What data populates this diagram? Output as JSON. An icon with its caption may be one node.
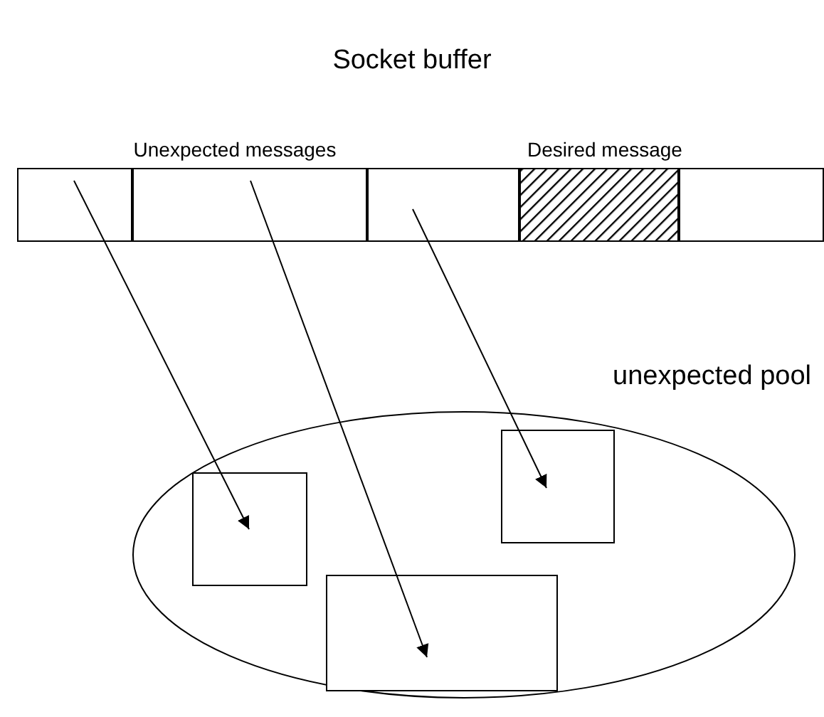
{
  "diagram": {
    "title": "Socket buffer",
    "nodes": [
      {
        "text": [],
        "shape": "box"
      },
      {
        "text": [],
        "shape": "box"
      },
      {
        "text": [],
        "shape": "box"
      },
      {
        "text": [],
        "shape": "box"
      },
      {
        "text": [],
        "shape": "box"
      },
      {
        "text": [
          "unexpected pool"
        ]
      },
      {
        "text": [],
        "shape": "box",
        "in": 5
      },
      {
        "text": [],
        "shape": "box",
        "in": 5
      },
      {
        "text": [],
        "shape": "box",
        "in": 5
      }
    ],
    "edges": [
      {
        "from": 0,
        "to": 7,
        "arrow": "to"
      },
      {
        "from": 1,
        "to": 8,
        "arrow": "to"
      },
      {
        "from": 2,
        "to": 6,
        "arrow": "to"
      }
    ],
    "labels": [
      "Unexpected messages",
      "Desired message"
    ]
  }
}
